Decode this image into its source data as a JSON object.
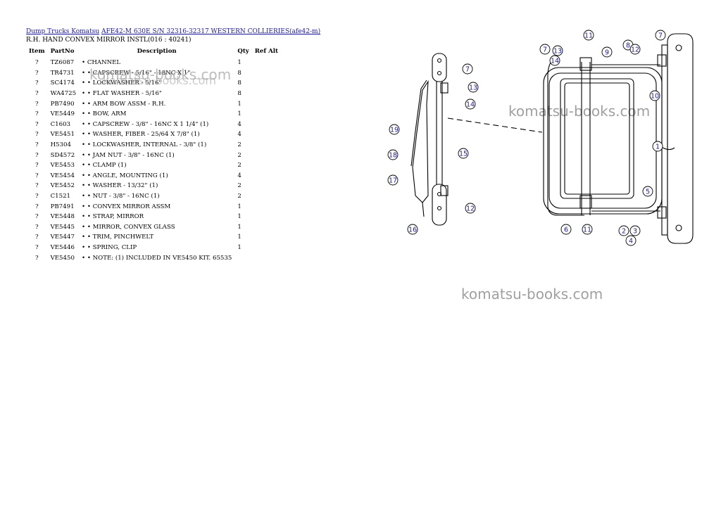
{
  "breadcrumb": {
    "link1": "Dump Trucks Komatsu",
    "link2": "AFE42-M 630E S/N 32316-32317 WESTERN COLLIERIES(afe42-m)"
  },
  "subtitle": "R.H. HAND CONVEX MIRROR INSTL(016 : 40241)",
  "columns": {
    "item": "Item",
    "partno": "PartNo",
    "description": "Description",
    "qty": "Qty",
    "refalt": "Ref Alt"
  },
  "rows": [
    {
      "item": "?",
      "partno": "TZ6087",
      "description": "• CHANNEL",
      "qty": "1"
    },
    {
      "item": "?",
      "partno": "TR4731",
      "description": "• • CAPSCREW - 5/16\" - 18NC X 1\"",
      "qty": "8"
    },
    {
      "item": "?",
      "partno": "SC4174",
      "description": "• • LOCKWASHER - 5/16\"",
      "qty": "8"
    },
    {
      "item": "?",
      "partno": "WA4725",
      "description": "• • FLAT WASHER - 5/16\"",
      "qty": "8"
    },
    {
      "item": "?",
      "partno": "PB7490",
      "description": "• • ARM BOW ASSM - R.H.",
      "qty": "1"
    },
    {
      "item": "?",
      "partno": "VE5449",
      "description": "• • BOW, ARM",
      "qty": "1"
    },
    {
      "item": "?",
      "partno": "C1603",
      "description": "• • CAPSCREW - 3/8\" - 16NC X 1 1/4\" (1)",
      "qty": "4"
    },
    {
      "item": "?",
      "partno": "VE5451",
      "description": "• • WASHER, FIBER - 25/64 X 7/8\" (1)",
      "qty": "4"
    },
    {
      "item": "?",
      "partno": "H5304",
      "description": "• • LOCKWASHER, INTERNAL - 3/8\" (1)",
      "qty": "2"
    },
    {
      "item": "?",
      "partno": "SD4572",
      "description": "• • JAM NUT - 3/8\" - 16NC (1)",
      "qty": "2"
    },
    {
      "item": "?",
      "partno": "VE5453",
      "description": "• • CLAMP (1)",
      "qty": "2"
    },
    {
      "item": "?",
      "partno": "VE5454",
      "description": "• • ANGLE, MOUNTING (1)",
      "qty": "4"
    },
    {
      "item": "?",
      "partno": "VE5452",
      "description": "• • WASHER - 13/32\" (1)",
      "qty": "2"
    },
    {
      "item": "?",
      "partno": "C1521",
      "description": "• • NUT - 3/8\" - 16NC (1)",
      "qty": "2"
    },
    {
      "item": "?",
      "partno": "PB7491",
      "description": "• • CONVEX MIRROR ASSM",
      "qty": "1"
    },
    {
      "item": "?",
      "partno": "VE5448",
      "description": "• • STRAP, MIRROR",
      "qty": "1"
    },
    {
      "item": "?",
      "partno": "VE5445",
      "description": "• • MIRROR, CONVEX GLASS",
      "qty": "1"
    },
    {
      "item": "?",
      "partno": "VE5447",
      "description": "• • TRIM, PINCHWELT",
      "qty": "1"
    },
    {
      "item": "?",
      "partno": "VE5446",
      "description": "• • SPRING, CLIP",
      "qty": "1"
    },
    {
      "item": "?",
      "partno": "VE5450",
      "description": "• • NOTE: (1) INCLUDED IN VE5450 KIT. 65535",
      "qty": ""
    }
  ],
  "watermark": "komatsu-books.com",
  "diagram": {
    "callouts": [
      "1",
      "2",
      "3",
      "4",
      "5",
      "6",
      "7",
      "7",
      "7",
      "9",
      "8",
      "10",
      "11",
      "11",
      "12",
      "13",
      "13",
      "14",
      "14",
      "15",
      "16",
      "17",
      "18",
      "19",
      "12"
    ]
  }
}
